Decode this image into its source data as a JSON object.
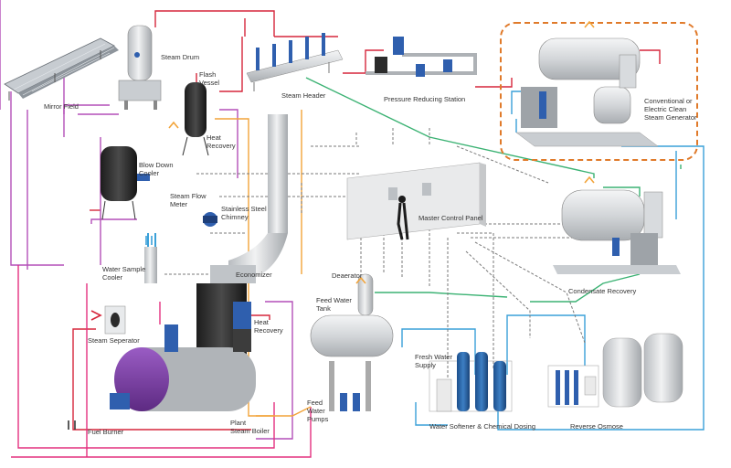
{
  "labels": {
    "mirror_field": "Mirror Field",
    "steam_drum": "Steam Drum",
    "flash_vessel": "Flash\nVessel",
    "heat_recovery_top": "Heat\nRecovery",
    "steam_header": "Steam Header",
    "pressure_reducing_station": "Pressure Reducing Station",
    "clean_steam_generator": "Conventional or\nElectric Clean\nSteam Generator",
    "blow_down_cooler": "Blow Down\nCooler",
    "steam_flow_meter": "Steam Flow\nMeter",
    "stainless_steel_chimney": "Stainless Steel\nChimney",
    "master_control_panel": "Master Control Panel",
    "condensate_recovery": "Condensate Recovery",
    "water_sample_cooler": "Water Sample\nCooler",
    "economizer": "Economizer",
    "deaerator": "Deaerator",
    "feed_water_tank": "Feed Water\nTank",
    "steam_separator": "Steam Seperator",
    "heat_recovery_bottom": "Heat\nRecovery",
    "fresh_water_supply": "Fresh Water\nSupply",
    "feed_water_pumps": "Feed\nWater\nPumps",
    "plant_steam_boiler": "Plant\nSteam Boiler",
    "fuel_burner": "Fuel Burner",
    "water_softener": "Water Softener & Chemical Dosing",
    "reverse_osmose": "Reverse Osmose"
  },
  "colors": {
    "steam_line": "#d6263b",
    "condensate_line": "#b44fb8",
    "feedwater_line": "#e3307f",
    "hot_water_line": "#f2a43a",
    "fresh_water_line": "#3aa0d8",
    "return_line": "#3bb273",
    "control_line": "#7a7a7a",
    "highlight_border": "#e07a2a",
    "boiler_body": "#7b3fa0",
    "equipment_metal": "#d9dcdf",
    "equipment_dark": "#2b2b2b",
    "valve_blue": "#2f5fae"
  }
}
